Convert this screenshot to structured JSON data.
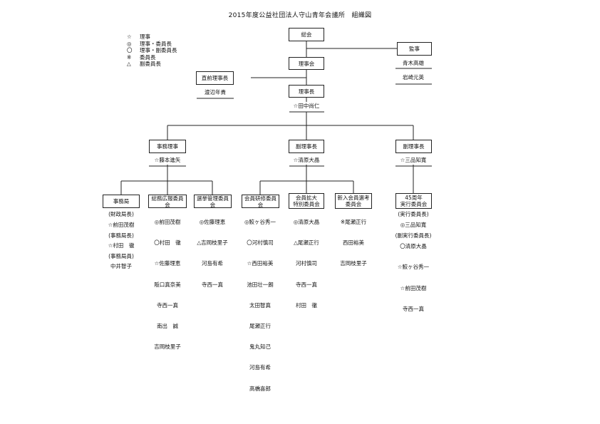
{
  "title": "2015年度公益社団法人守山青年会議所　組織図",
  "legend": [
    {
      "symbol": "☆",
      "label": "理事"
    },
    {
      "symbol": "◎",
      "label": "理事・委員長"
    },
    {
      "symbol": "〇",
      "label": "理事・副委員長"
    },
    {
      "symbol": "※",
      "label": "委員長"
    },
    {
      "symbol": "△",
      "label": "副委員長"
    }
  ],
  "nodes": {
    "soukai": "総会",
    "rijikai": "理事会",
    "kanji": "監事",
    "kanji_members": [
      "青木高雄",
      "岩崎元英"
    ],
    "former_president": "直前理事長",
    "former_president_name": "渡辺年貴",
    "president": "理事長",
    "president_name": "☆田中尚仁",
    "executive_director": "事務理事",
    "executive_director_name": "☆藤本進矢",
    "vp_center": "副理事長",
    "vp_center_name": "☆清原大晶",
    "vp_right": "副理事長",
    "vp_right_name": "☆三品知寛"
  },
  "committees": [
    {
      "label": "事務局",
      "members": [
        "(財政局長)",
        "☆前田茂樹",
        "(事務局長)",
        "☆村田　徹",
        "(事務局員)",
        "中井智子"
      ]
    },
    {
      "label": "総務広報委員会",
      "members": [
        "◎前田茂樹",
        "〇村田　徹",
        "☆佐藤理恵",
        "阪口真奈美",
        "寺西一真",
        "南出　誠",
        "吉岡枝里子"
      ]
    },
    {
      "label": "選挙管理委員会",
      "members": [
        "◎佐藤理恵",
        "△吉岡枝里子",
        "河島有希",
        "寺西一真"
      ]
    },
    {
      "label": "会員研修委員会",
      "members": [
        "◎鮫ヶ谷秀一",
        "〇河村慎司",
        "☆西田裕美",
        "池田壮一朗",
        "太田智真",
        "尾瀬正行",
        "鬼丸知己",
        "河島有希",
        "高橋喜郎"
      ]
    },
    {
      "label": "会員拡大\n特別委員会",
      "members": [
        "◎清原大晶",
        "△尾瀬正行",
        "河村慎司",
        "寺西一真",
        "村田　徹"
      ]
    },
    {
      "label": "新入会員選考\n委員会",
      "members": [
        "※尾瀬正行",
        "西田裕美",
        "吉岡枝里子"
      ]
    },
    {
      "label": "45周年\n実行委員会",
      "members": [
        "(実行委員長)",
        "◎三品知寛",
        "(副実行委員長)",
        "〇清原大晶",
        "☆鮫ヶ谷秀一",
        "☆前田茂樹",
        "寺西一真"
      ]
    }
  ]
}
